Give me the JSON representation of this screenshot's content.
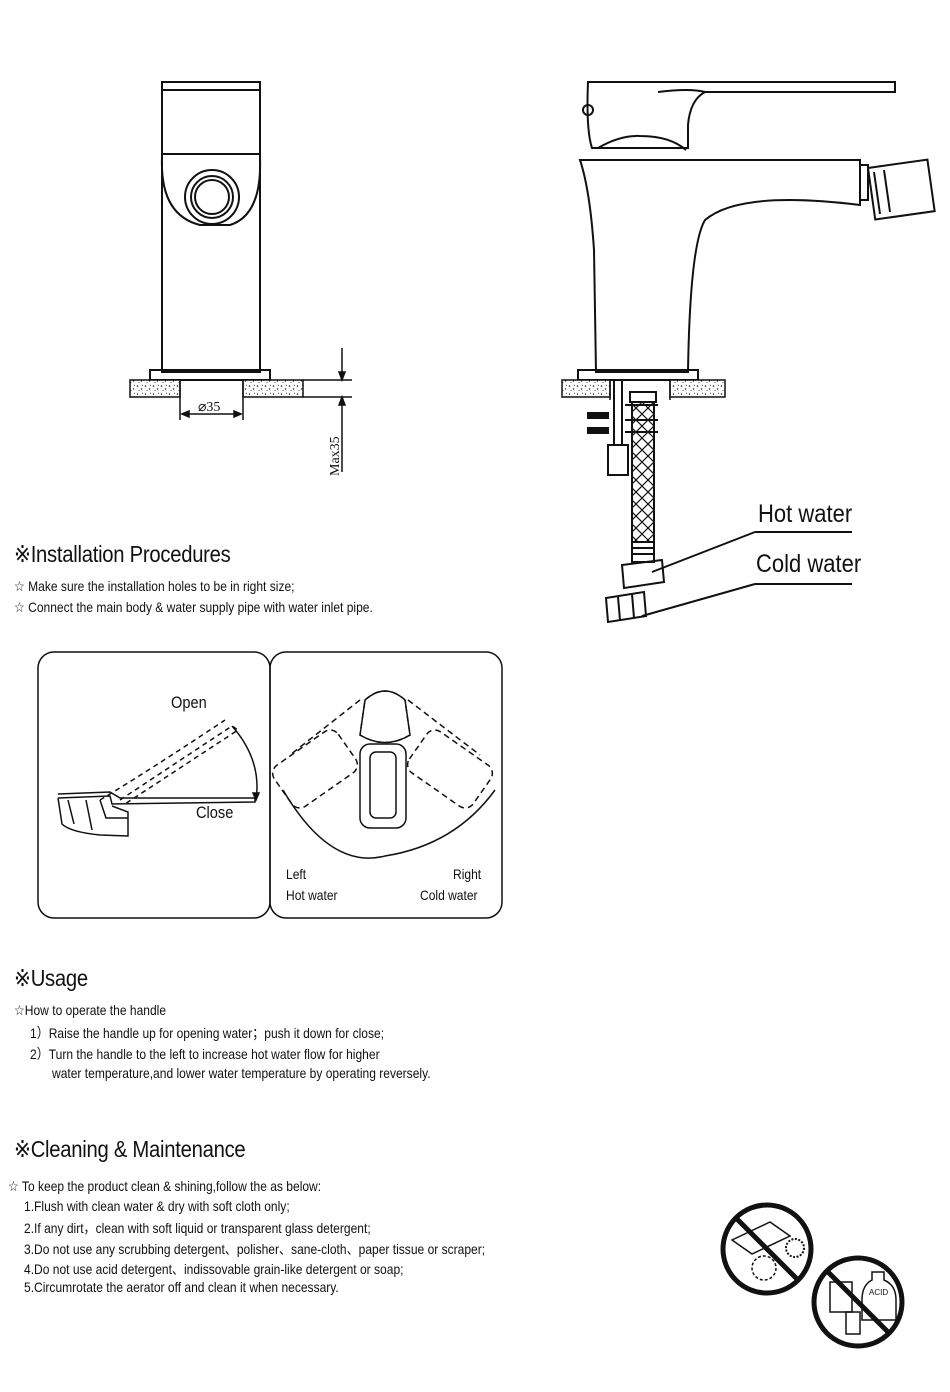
{
  "drawing": {
    "hole_dim": "⌀35",
    "thickness_dim": "Max35",
    "hot_water": "Hot water",
    "cold_water": "Cold water"
  },
  "installation": {
    "title": "※Installation Procedures",
    "items": [
      "☆ Make sure the installation holes to be in right size;",
      "☆ Connect the main body & water supply pipe with water inlet pipe."
    ]
  },
  "handle_diagram": {
    "open": "Open",
    "close": "Close",
    "left": "Left",
    "left_sub": "Hot water",
    "right": "Right",
    "right_sub": "Cold water"
  },
  "usage": {
    "title": "※Usage",
    "intro": "☆How to operate the handle",
    "items": [
      "1）Raise the handle up for opening water；push it down for close;",
      "2）Turn the handle to the left to increase hot water flow for higher",
      "water temperature,and lower water temperature by operating reversely."
    ]
  },
  "cleaning": {
    "title": "※Cleaning & Maintenance",
    "intro": "☆ To keep the product clean & shining,follow the as below:",
    "items": [
      "1.Flush with clean water & dry with soft cloth only;",
      "2.If any dirt，clean with soft liquid or transparent glass detergent;",
      "3.Do not use any scrubbing detergent、polisher、sane-cloth、paper tissue or scraper;",
      "4.Do not use acid detergent、indissovable grain-like detergent or soap;",
      "5.Circumrotate the aerator off and clean it when necessary."
    ],
    "acid_label": "ACID"
  }
}
